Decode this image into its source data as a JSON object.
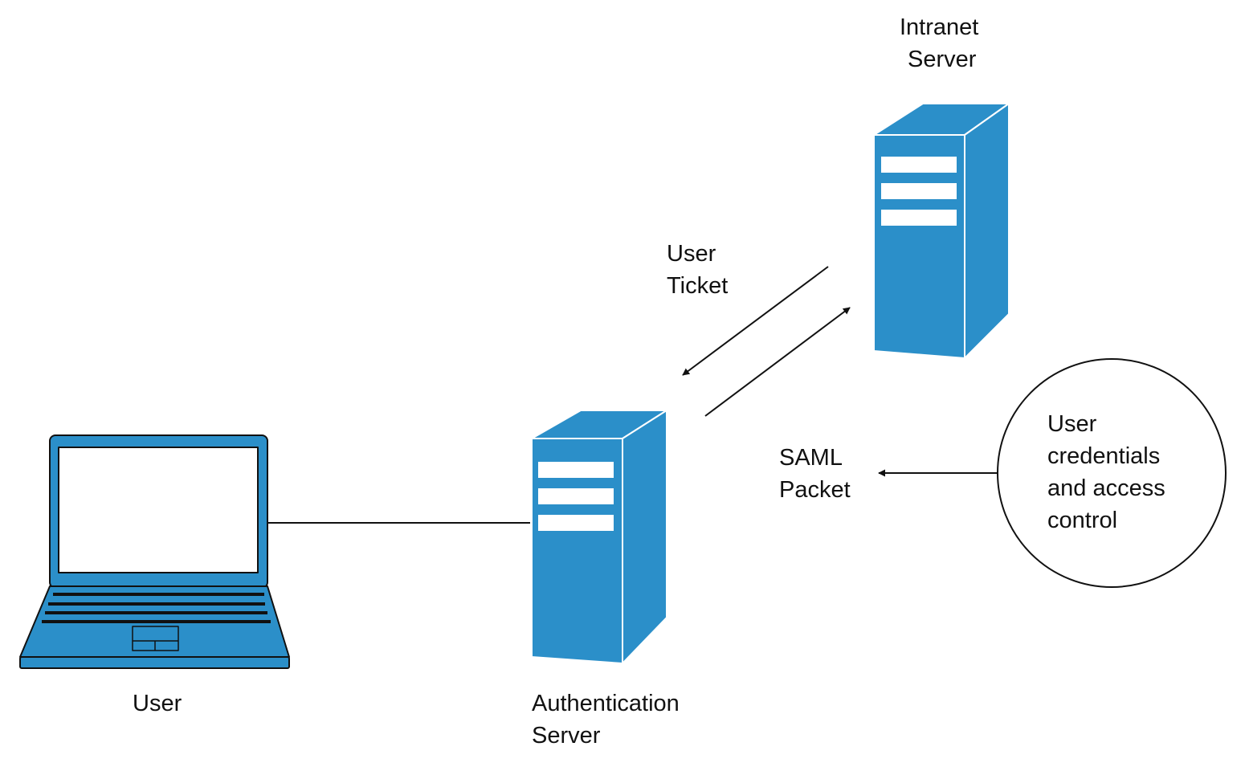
{
  "colors": {
    "device_blue": "#2b8fc9",
    "outline": "#111111",
    "background": "#ffffff"
  },
  "nodes": {
    "user": {
      "label": "User",
      "icon": "laptop-icon"
    },
    "auth_server": {
      "label_lines": [
        "Authentication",
        "Server"
      ],
      "icon": "server-tower-icon"
    },
    "intranet_server": {
      "label_lines": [
        "Intranet",
        "Server"
      ],
      "icon": "server-tower-icon"
    },
    "credentials": {
      "label_lines": [
        "User",
        "credentials",
        "and access",
        "control"
      ]
    }
  },
  "edges": {
    "user_ticket": {
      "label_lines": [
        "User",
        "Ticket"
      ]
    },
    "saml_packet": {
      "label_lines": [
        "SAML",
        "Packet"
      ]
    }
  }
}
